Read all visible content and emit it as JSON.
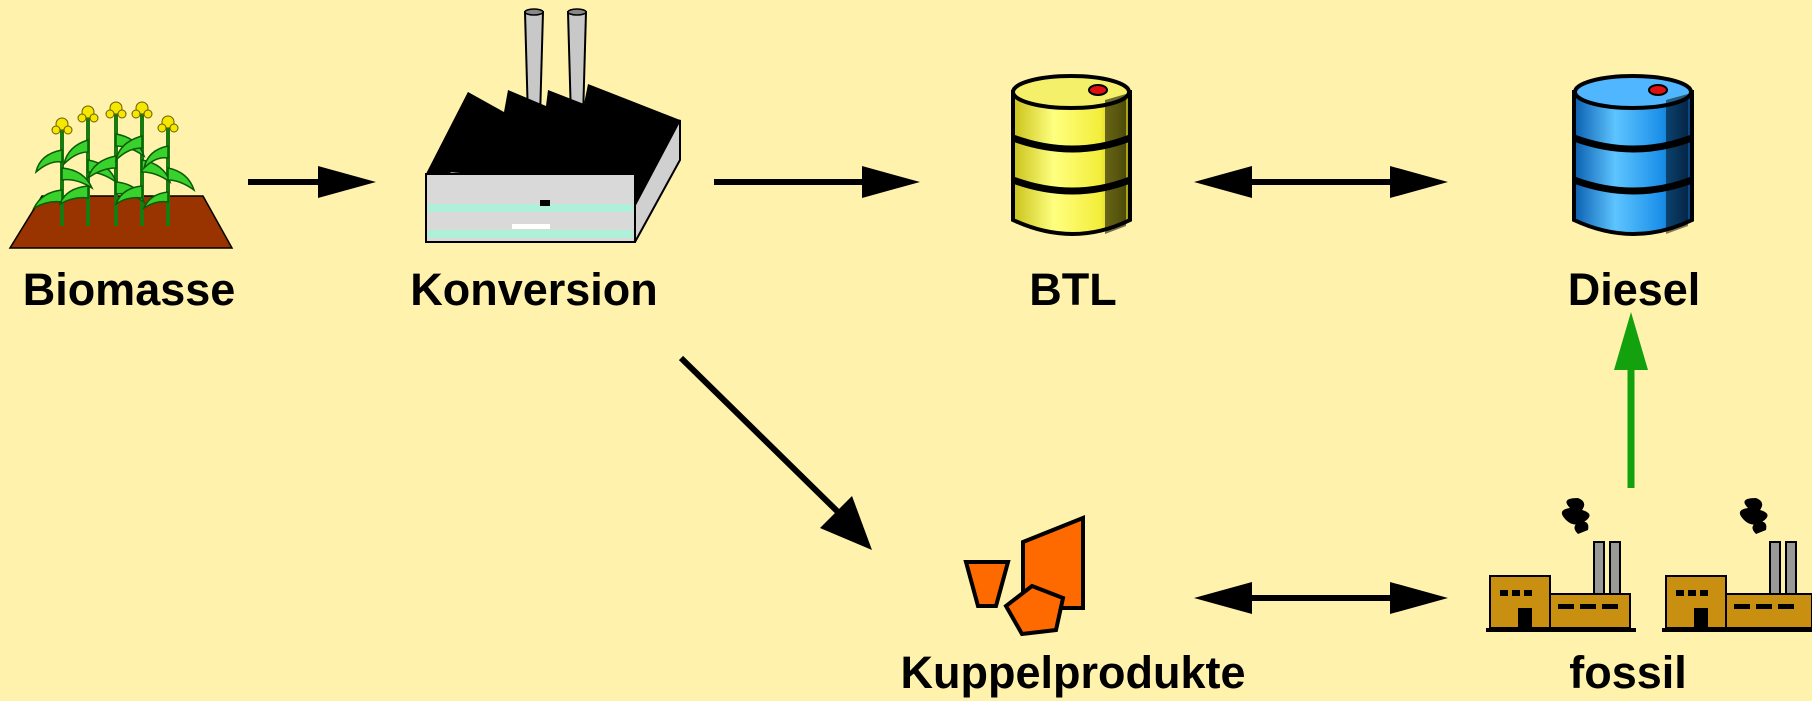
{
  "nodes": {
    "biomasse": {
      "label": "Biomasse"
    },
    "konversion": {
      "label": "Konversion"
    },
    "btl": {
      "label": "BTL"
    },
    "diesel": {
      "label": "Diesel"
    },
    "kuppelprodukte": {
      "label": "Kuppelprodukte"
    },
    "fossil": {
      "label": "fossil"
    }
  },
  "colors": {
    "background": "#FFF2AC",
    "arrow": "#000000",
    "substitution_arrow": "#13A10E",
    "btl_barrel": "#F5F05A",
    "diesel_barrel": "#1A9BF0",
    "byproducts": "#FF6A00",
    "fossil_plant": "#C98F10"
  },
  "edges": [
    {
      "from": "Biomasse",
      "to": "Konversion"
    },
    {
      "from": "Konversion",
      "to": "BTL"
    },
    {
      "from": "Konversion",
      "to": "Kuppelprodukte"
    },
    {
      "from": "BTL",
      "to": "Diesel",
      "bidirectional": true
    },
    {
      "from": "Kuppelprodukte",
      "to": "fossil",
      "bidirectional": true
    },
    {
      "from": "fossil",
      "to": "Diesel"
    }
  ]
}
